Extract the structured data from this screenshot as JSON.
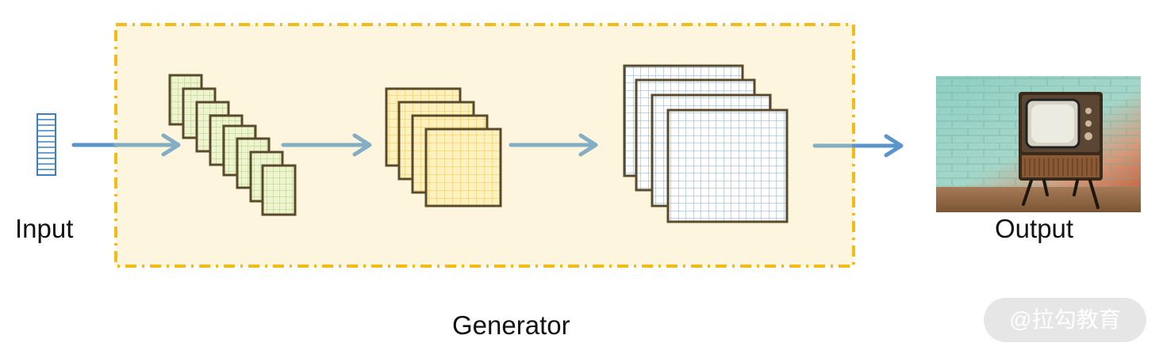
{
  "labels": {
    "input": "Input",
    "output": "Output",
    "generator": "Generator",
    "watermark": "@拉勾教育"
  },
  "colors": {
    "generator_fill": "#fdf5dd",
    "generator_border": "#f4bb16",
    "arrow_input": "#5b95cc",
    "arrow_inner": "#84aec4",
    "frame_stroke": "#5a4a2c",
    "stack1_fill": "#eef4d2",
    "stack1_grid": "#b3cc7a",
    "stack2_fill": "#fdf1c1",
    "stack2_grid": "#f0c64a",
    "stack3_fill": "#ffffff",
    "stack3_grid": "#82a9c9",
    "input_vector": "#3d7ec0"
  },
  "icons": {
    "input": "vector-icon",
    "output": "retro-tv-photo"
  }
}
